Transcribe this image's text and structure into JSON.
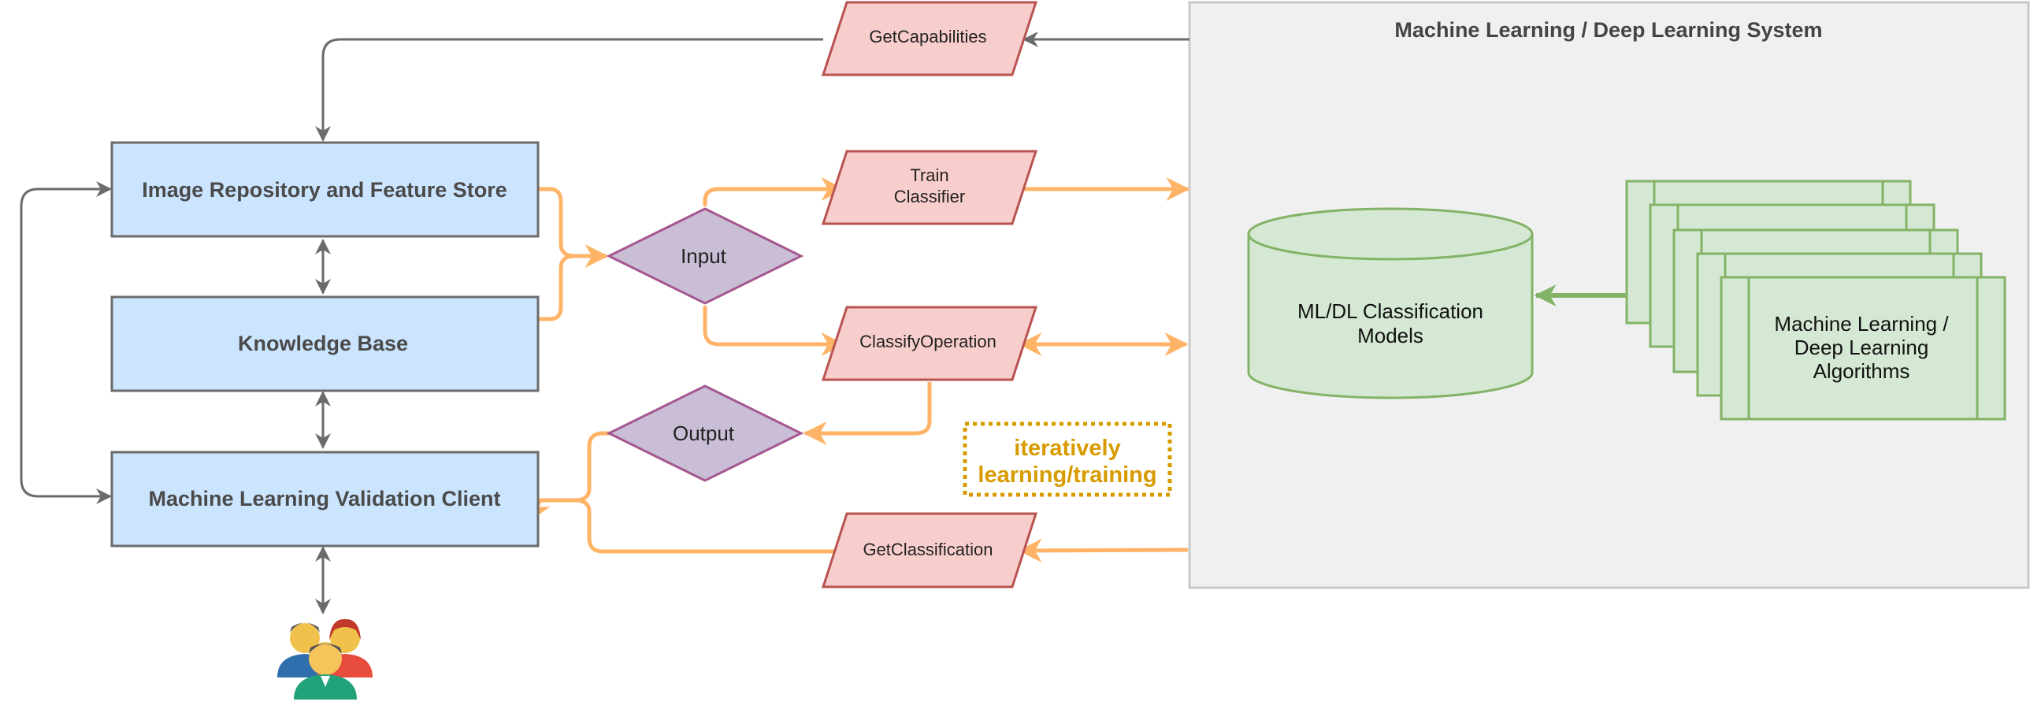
{
  "system": {
    "title": "Machine Learning / Deep Learning System"
  },
  "boxes": {
    "image_repo": "Image Repository and Feature Store",
    "knowledge_base": "Knowledge Base",
    "validation_client": "Machine Learning Validation Client"
  },
  "decisions": {
    "input": "Input",
    "output": "Output"
  },
  "operations": {
    "get_capabilities": "GetCapabilities",
    "train_classifier_line1": "Train",
    "train_classifier_line2": "Classifier",
    "classify_operation": "ClassifyOperation",
    "get_classification": "GetClassification"
  },
  "models": {
    "line1": "ML/DL Classification",
    "line2": "Models"
  },
  "algorithms": {
    "line1": "Machine Learning /",
    "line2": "Deep Learning",
    "line3": "Algorithms"
  },
  "annotation": {
    "line1": "iteratively",
    "line2": "learning/training"
  },
  "icons": {
    "users": "users-group-icon"
  },
  "colors": {
    "blue_fill": "#cce5ff",
    "blue_stroke": "#6c8ebf",
    "red_fill": "#f8cecc",
    "red_stroke": "#b85450",
    "purple_fill": "#c9bed6",
    "purple_stroke": "#a5578f",
    "green_fill": "#d5e8d4",
    "green_stroke": "#82b366",
    "orange": "#ffb366",
    "gray": "#6b6b6b",
    "annotation": "#d79b00",
    "system_bg": "#f0f0f0"
  }
}
